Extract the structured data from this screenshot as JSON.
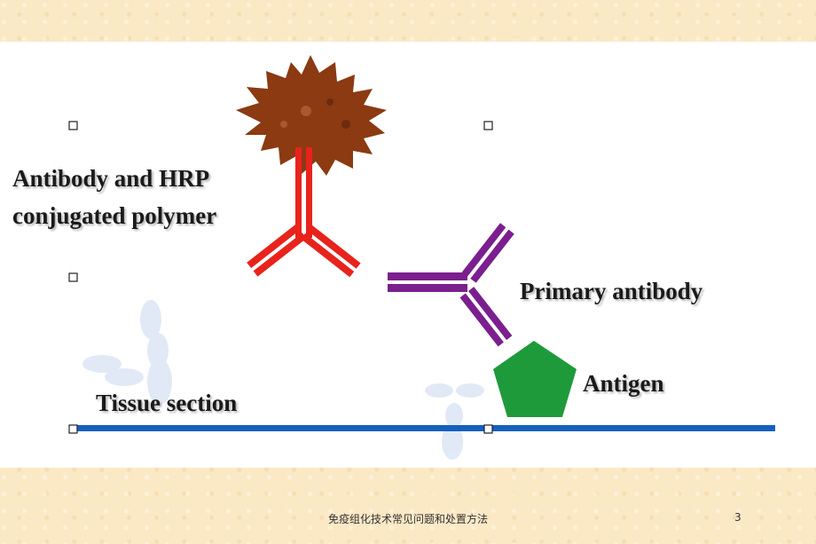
{
  "diagram": {
    "labels": {
      "hrp_line1": "Antibody and HRP",
      "hrp_line2": "conjugated polymer",
      "primary": "Primary antibody",
      "antigen": "Antigen",
      "tissue": "Tissue section"
    },
    "colors": {
      "polymer": "#8b3a12",
      "secondary_antibody": "#e8231c",
      "primary_antibody": "#7b1f8f",
      "antigen": "#1f9a3a",
      "tissue_line": "#1560bd",
      "faded_antibody": "#c9d8f0"
    }
  },
  "footer": {
    "text": "免疫组化技术常见问题和处置方法",
    "page_number": "3"
  }
}
